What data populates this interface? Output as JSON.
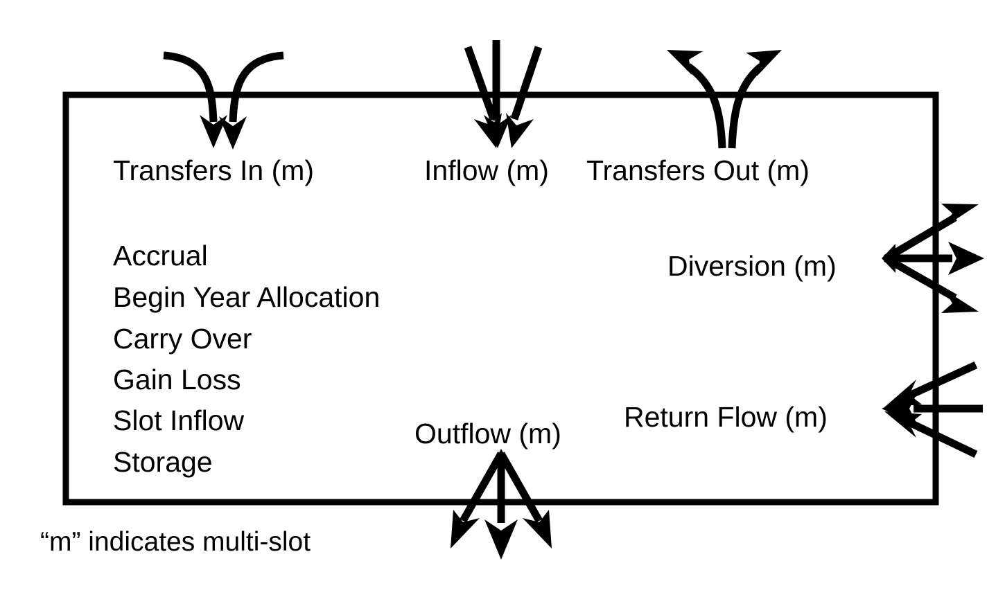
{
  "diagram": {
    "title_note": "“m” indicates multi-slot",
    "box": {
      "name": "object-boundary-box",
      "color": "#000000"
    },
    "slots": [
      {
        "label": "Accrual"
      },
      {
        "label": "Begin Year Allocation"
      },
      {
        "label": "Carry Over"
      },
      {
        "label": "Gain Loss"
      },
      {
        "label": "Slot Inflow"
      },
      {
        "label": "Storage"
      }
    ],
    "flows": [
      {
        "id": "transfers-in",
        "label": "Transfers In (m)",
        "direction": "in",
        "edge": "top",
        "arrow_count": 2,
        "style": "curved"
      },
      {
        "id": "inflow",
        "label": "Inflow (m)",
        "direction": "in",
        "edge": "top",
        "arrow_count": 3,
        "style": "straight"
      },
      {
        "id": "transfers-out",
        "label": "Transfers Out (m)",
        "direction": "out",
        "edge": "top",
        "arrow_count": 2,
        "style": "curved"
      },
      {
        "id": "diversion",
        "label": "Diversion (m)",
        "direction": "out",
        "edge": "right",
        "arrow_count": 3,
        "style": "straight"
      },
      {
        "id": "return-flow",
        "label": "Return Flow (m)",
        "direction": "in",
        "edge": "right",
        "arrow_count": 3,
        "style": "straight"
      },
      {
        "id": "outflow",
        "label": "Outflow (m)",
        "direction": "out",
        "edge": "bottom",
        "arrow_count": 3,
        "style": "straight"
      }
    ],
    "colors": {
      "ink": "#000000",
      "background": "#ffffff"
    }
  }
}
